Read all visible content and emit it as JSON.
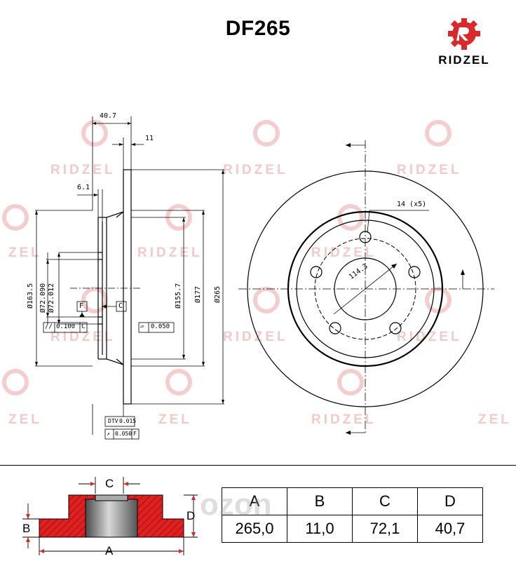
{
  "header": {
    "title": "DF265",
    "brand": "RIDZEL"
  },
  "colors": {
    "accent": "#d82a2a",
    "watermark": "#f3c9c9",
    "hatch": "#e02020"
  },
  "watermark": {
    "text": "RIDZEL",
    "partial": "ZEL"
  },
  "side_view": {
    "dims": {
      "d407": "40.7",
      "d11": "11",
      "d61": "6.1",
      "d1635": "Ø163.5",
      "d72090": "Ø72.090",
      "d72012": "Ø72.012",
      "d1557": "Ø155.7",
      "d177": "Ø177",
      "d265": "Ø265"
    },
    "datum_f": "F",
    "datum_c": "C",
    "tol_parallel": "0.100",
    "tol_parallel_ref": "C",
    "tol_flat": "0.050",
    "dtv_label": "DTV",
    "dtv_value": "0.015",
    "runout_value": "0.050",
    "runout_ref": "F"
  },
  "front_view": {
    "holes": "14 (x5)",
    "pcd": "114.3"
  },
  "schematic": {
    "A": "A",
    "B": "B",
    "C": "C",
    "D": "D"
  },
  "spec_table": {
    "headers": [
      "A",
      "B",
      "C",
      "D"
    ],
    "values": [
      "265,0",
      "11,0",
      "72,1",
      "40,7"
    ]
  },
  "marketplace_watermark": "ozon"
}
